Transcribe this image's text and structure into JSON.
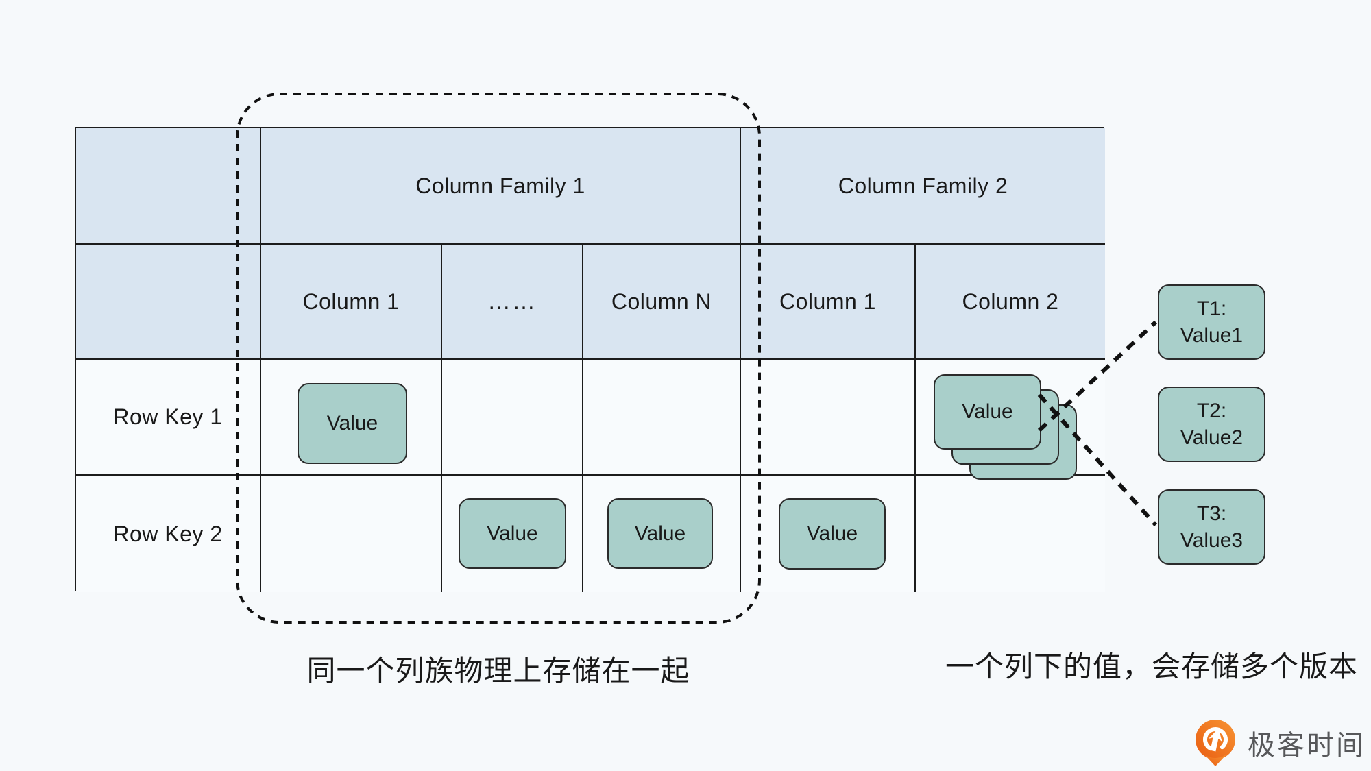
{
  "table": {
    "families": [
      {
        "label": "Column Family 1",
        "columns": [
          "Column 1",
          "……",
          "Column N"
        ]
      },
      {
        "label": "Column Family 2",
        "columns": [
          "Column 1",
          "Column 2"
        ]
      }
    ],
    "rows": [
      {
        "key": "Row Key 1"
      },
      {
        "key": "Row Key 2"
      }
    ]
  },
  "labels": {
    "value": "Value"
  },
  "versions": [
    {
      "time": "T1:",
      "value": "Value1"
    },
    {
      "time": "T2:",
      "value": "Value2"
    },
    {
      "time": "T3:",
      "value": "Value3"
    }
  ],
  "captions": {
    "left": "同一个列族物理上存储在一起",
    "right": "一个列下的值，会存储多个版本"
  },
  "logo": {
    "name": "极客时间"
  },
  "colors": {
    "page_bg": "#f6f9fb",
    "header_bg": "#d9e5f1",
    "cell_bg": "#f8fbfd",
    "value_bg": "#a9cfca",
    "grid_line": "#1c1c1c",
    "logo_orange": "#ee7422",
    "logo_text": "#57585a"
  }
}
